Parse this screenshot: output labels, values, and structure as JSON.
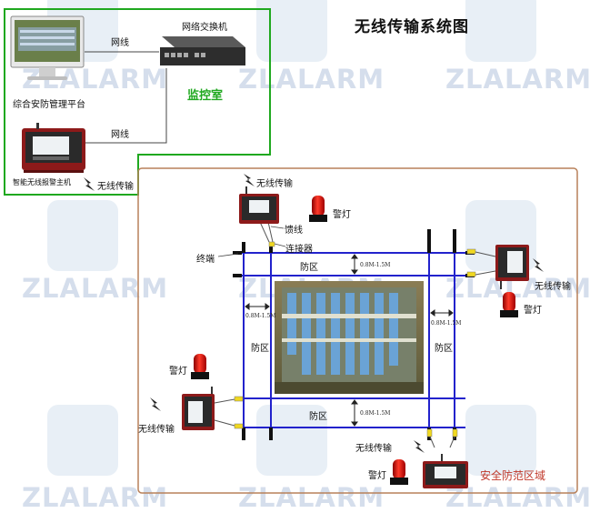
{
  "title": "无线传输系统图",
  "watermark": "ZLALARM",
  "control_room": {
    "label": "监控室",
    "switch_label": "网络交换机",
    "platform_label": "综合安防管理平台",
    "host_label": "智能无线报警主机",
    "cable_top": "网线",
    "cable_bottom": "网线",
    "wireless_label": "无线传输"
  },
  "field": {
    "area_label": "安全防范区域",
    "feeder_label": "馈线",
    "connector_label": "连接器",
    "terminal_label": "终端",
    "zone_labels": [
      "防区",
      "防区",
      "防区",
      "防区"
    ],
    "distance_labels": [
      "0.8M-1.5M",
      "0.8M-1.5M",
      "0.8M-1.5M",
      "0.8M-1.5M"
    ],
    "wireless_labels": [
      "无线传输",
      "无线传输",
      "无线传输",
      "无线传输"
    ],
    "alarm_labels": [
      "警灯",
      "警灯",
      "警灯",
      "警灯"
    ]
  },
  "colors": {
    "frame_green": "#1fa81f",
    "area_border": "#b8815a",
    "fence_blue": "#2222cc",
    "alarm_red": "#d01010"
  }
}
